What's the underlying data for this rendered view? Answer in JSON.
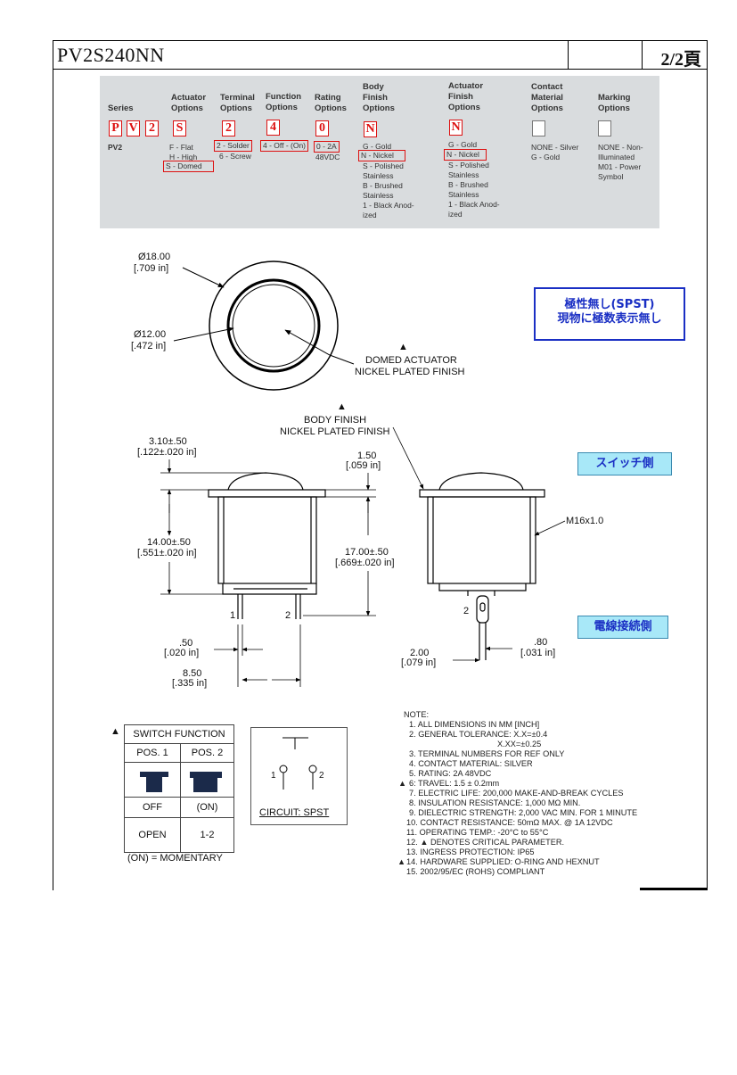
{
  "header": {
    "part_number": "PV2S240NN",
    "page_label": "2/2頁"
  },
  "ordering": {
    "headers": [
      {
        "key": "series",
        "text": "Series"
      },
      {
        "key": "actuator",
        "text": "Actuator\nOptions"
      },
      {
        "key": "terminal",
        "text": "Terminal\nOptions"
      },
      {
        "key": "function",
        "text": "Function\nOptions"
      },
      {
        "key": "rating",
        "text": "Rating\nOptions"
      },
      {
        "key": "body",
        "text": "Body\nFinish\nOptions"
      },
      {
        "key": "actfinish",
        "text": "Actuator\nFinish\nOptions"
      },
      {
        "key": "contact",
        "text": "Contact\nMaterial\nOptions"
      },
      {
        "key": "marking",
        "text": "Marking\nOptions"
      }
    ],
    "code_letters": [
      "P",
      "V",
      "2",
      "S",
      "2",
      "4",
      "0",
      "N",
      "N",
      "",
      ""
    ],
    "series_value": "PV2",
    "actuator_flat": "F - Flat",
    "actuator_high": "H - High",
    "actuator_domed": "S - Domed",
    "terminal_solder": "2 - Solder",
    "terminal_screw": "6 - Screw",
    "function_off_on": "4 - Off - (On)",
    "rating_main": "0 - 2A",
    "rating_sub": "48VDC",
    "body_gold": "G - Gold",
    "body_nickel": "N - Nickel",
    "body_polished": "S - Polished",
    "body_stainless1": "Stainless",
    "body_brushed": "B - Brushed",
    "body_stainless2": "Stainless",
    "body_black": "1 - Black Anod-",
    "body_ized": "ized",
    "actfin_gold": "G - Gold",
    "actfin_nickel": "N - Nickel",
    "actfin_polished": "S - Polished",
    "actfin_stainless1": "Stainless",
    "actfin_brushed": "B - Brushed",
    "actfin_stainless2": "Stainless",
    "actfin_black": "1 - Black Anod-",
    "actfin_ized": "ized",
    "contact_silver": "NONE - Silver",
    "contact_gold": "G - Gold",
    "marking_none": "NONE - Non-",
    "marking_illum": "Illuminated",
    "marking_m01": "M01 - Power",
    "marking_symbol": "Symbol"
  },
  "top_view": {
    "outer_dia": "Ø18.00",
    "outer_dia_in": "[.709 in]",
    "inner_dia": "Ø12.00",
    "inner_dia_in": "[.472 in]",
    "triangle": "▲",
    "actuator_l1": "DOMED ACTUATOR",
    "actuator_l2": "NICKEL PLATED FINISH"
  },
  "blue_box": {
    "line1": "極性無し(SPST)",
    "line2": "現物に極数表示無し"
  },
  "side_view": {
    "triangle": "▲",
    "body_l1": "BODY FINISH",
    "body_l2": "NICKEL PLATED FINISH",
    "dim_310": "3.10±.50",
    "dim_310_in": "[.122±.020 in]",
    "dim_150": "1.50",
    "dim_150_in": "[.059 in]",
    "dim_1400": "14.00±.50",
    "dim_1400_in": "[.551±.020 in]",
    "dim_1700": "17.00±.50",
    "dim_1700_in": "[.669±.020 in]",
    "thread": "M16x1.0",
    "pin1": "1",
    "pin2": "2",
    "pin2b": "2",
    "dim_050": ".50",
    "dim_050_in": "[.020 in]",
    "dim_850": "8.50",
    "dim_850_in": "[.335 in]",
    "dim_200": "2.00",
    "dim_200_in": "[.079 in]",
    "dim_080": ".80",
    "dim_080_in": "[.031 in]"
  },
  "cyan_labels": {
    "switch_side": "スイッチ側",
    "wire_side": "電線接続側"
  },
  "switch_function": {
    "triangle": "▲",
    "title": "SWITCH FUNCTION",
    "pos1": "POS. 1",
    "pos2": "POS. 2",
    "state1": "OFF",
    "state2": "(ON)",
    "contact1": "OPEN",
    "contact2": "1-2",
    "footnote": "(ON) = MOMENTARY"
  },
  "circuit": {
    "label": "CIRCUIT: SPST",
    "t1": "1",
    "t2": "2"
  },
  "notes": {
    "title": "NOTE:",
    "lines": [
      "1. ALL DIMENSIONS IN MM [INCH]",
      "2. GENERAL TOLERANCE: X.X=±0.4",
      "X.XX=±0.25",
      "3. TERMINAL NUMBERS FOR REF ONLY",
      "4. CONTACT MATERIAL: SILVER",
      "5. RATING: 2A 48VDC",
      "6: TRAVEL: 1.5 ± 0.2mm",
      "7. ELECTRIC LIFE: 200,000 MAKE-AND-BREAK CYCLES",
      "8. INSULATION RESISTANCE: 1,000 MΩ MIN.",
      "9. DIELECTRIC STRENGTH: 2,000 VAC MIN. FOR 1 MINUTE",
      "10. CONTACT RESISTANCE: 50mΩ MAX. @ 1A 12VDC",
      "11. OPERATING TEMP.: -20°C to 55°C",
      "12. ▲ DENOTES CRITICAL PARAMETER.",
      "13. INGRESS PROTECTION: IP65",
      "14. HARDWARE SUPPLIED: O-RING AND HEXNUT",
      "15. 2002/95/EC (ROHS) COMPLIANT"
    ],
    "tri6": "▲",
    "tri14": "▲"
  }
}
